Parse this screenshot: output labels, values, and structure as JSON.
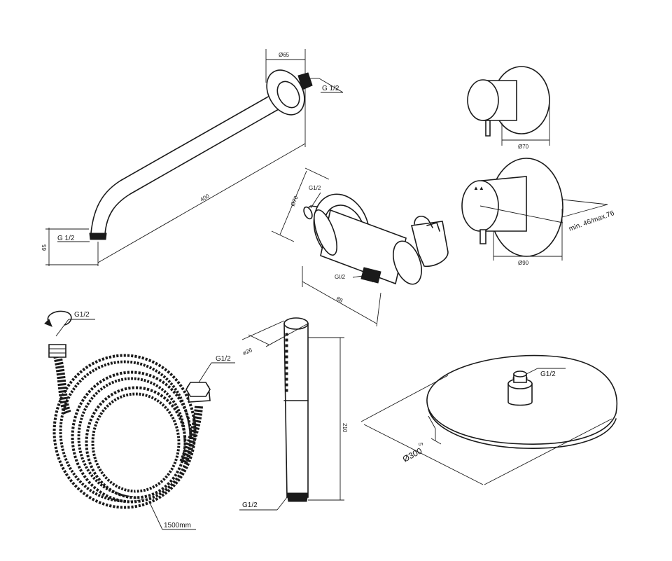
{
  "shower_arm": {
    "flange_diameter": "Ø65",
    "wall_thread": "G 1/2",
    "length": "400",
    "drop_height": "65",
    "outlet_thread": "G 1/2"
  },
  "wall_outlet": {
    "diameter": "Ø70",
    "thread_top": "G1/2",
    "thread_bottom": "GI/2",
    "depth": "88"
  },
  "diverter_valve": {
    "diameter": "Ø70"
  },
  "thermostatic_mixer": {
    "wall_depth": "min. 46/max.76",
    "diameter": "Ø90"
  },
  "hose": {
    "thread_top": "G1/2",
    "thread_right": "G1/2",
    "length": "1500mm"
  },
  "hand_shower": {
    "diameter": "ø26",
    "length": "210",
    "thread": "G1/2"
  },
  "overhead_shower": {
    "thread": "G1/2",
    "thickness": "5",
    "diameter": "Ø300"
  }
}
